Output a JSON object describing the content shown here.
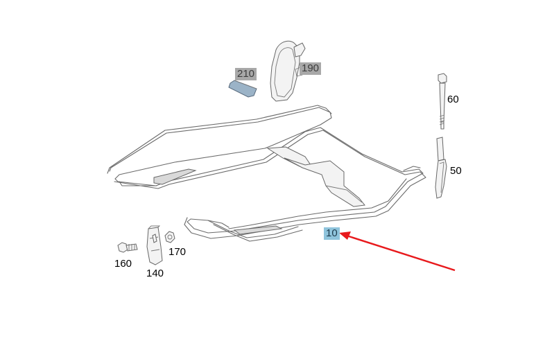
{
  "parts": [
    {
      "id": "p210",
      "number": "210",
      "highlight": "grey"
    },
    {
      "id": "p190",
      "number": "190",
      "highlight": "grey"
    },
    {
      "id": "p60",
      "number": "60",
      "highlight": "none"
    },
    {
      "id": "p50",
      "number": "50",
      "highlight": "none"
    },
    {
      "id": "p10",
      "number": "10",
      "highlight": "blue"
    },
    {
      "id": "p170",
      "number": "170",
      "highlight": "none"
    },
    {
      "id": "p160",
      "number": "160",
      "highlight": "none"
    },
    {
      "id": "p140",
      "number": "140",
      "highlight": "none"
    }
  ],
  "colors": {
    "selected_highlight": "#8fc4dc",
    "label_highlight": "#a8a8a8",
    "arrow": "#e8191c",
    "line_art": "#6a6a6a"
  }
}
